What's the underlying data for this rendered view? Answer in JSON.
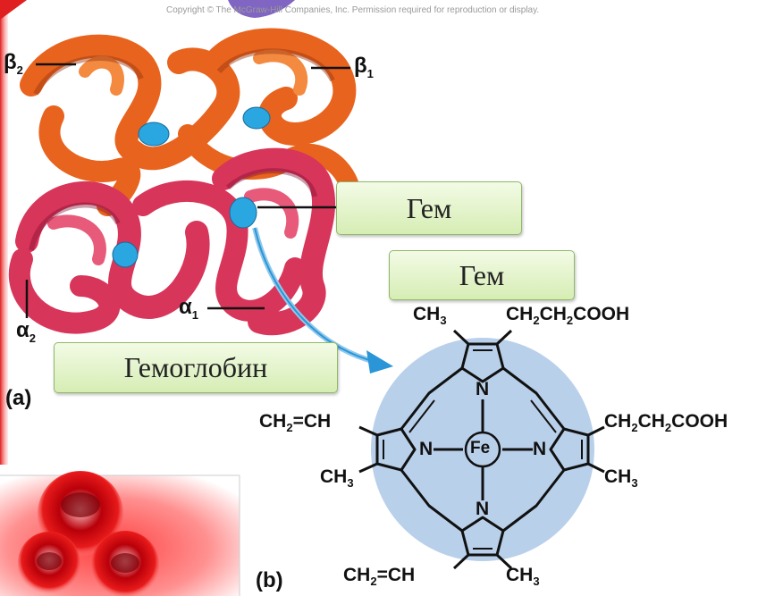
{
  "copyright": "Copyright © The McGraw-Hill Companies, Inc. Permission required for reproduction or display.",
  "subunits": {
    "beta2": {
      "base": "β",
      "sub": "2"
    },
    "beta1": {
      "base": "β",
      "sub": "1"
    },
    "alpha1": {
      "base": "α",
      "sub": "1"
    },
    "alpha2": {
      "base": "α",
      "sub": "2"
    }
  },
  "callouts": {
    "heme_top": "Гем",
    "heme_bottom": "Гем",
    "hemoglobin": "Гемоглобин"
  },
  "parts": {
    "a": "(a)",
    "b": "(b)"
  },
  "groups": {
    "top_left": {
      "base": "CH",
      "sub": "3",
      "rest": ""
    },
    "top_right": {
      "base": "CH",
      "sub": "2",
      "rest": "CH",
      "sub2": "2",
      "rest2": "COOH"
    },
    "left_upper": {
      "base": "CH",
      "sub": "2",
      "rest": "=CH"
    },
    "left_lower": {
      "base": "CH",
      "sub": "3",
      "rest": ""
    },
    "right_upper": {
      "base": "CH",
      "sub": "2",
      "rest": "CH",
      "sub2": "2",
      "rest2": "COOH"
    },
    "right_lower": {
      "base": "CH",
      "sub": "3",
      "rest": ""
    },
    "bottom_left": {
      "base": "CH",
      "sub": "2",
      "rest": "=CH"
    },
    "bottom_right": {
      "base": "CH",
      "sub": "3",
      "rest": ""
    }
  },
  "atoms": {
    "n_top": "N",
    "n_left": "N",
    "n_right": "N",
    "n_bottom": "N",
    "fe": "Fe"
  },
  "colors": {
    "beta_chain": "#e8641e",
    "alpha_chain": "#d8355a",
    "heme": "#2aa6e0",
    "porphyrin_bg": "#b9d0ea",
    "callout_fill": "#d6edb4",
    "red_accent": "#e02020"
  }
}
